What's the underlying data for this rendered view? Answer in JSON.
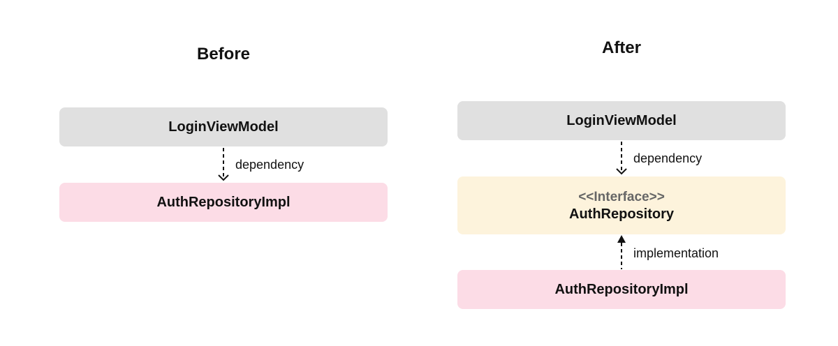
{
  "before": {
    "title": "Before",
    "top_box": "LoginViewModel",
    "bottom_box": "AuthRepositoryImpl",
    "edge_label": "dependency"
  },
  "after": {
    "title": "After",
    "top_box": "LoginViewModel",
    "interface_stereotype": "<<Interface>>",
    "interface_box": "AuthRepository",
    "bottom_box": "AuthRepositoryImpl",
    "dependency_label": "dependency",
    "implementation_label": "implementation"
  },
  "colors": {
    "gray_box": "#e0e0e0",
    "pink_box": "#fcdce6",
    "yellow_box": "#fdf3dc"
  }
}
